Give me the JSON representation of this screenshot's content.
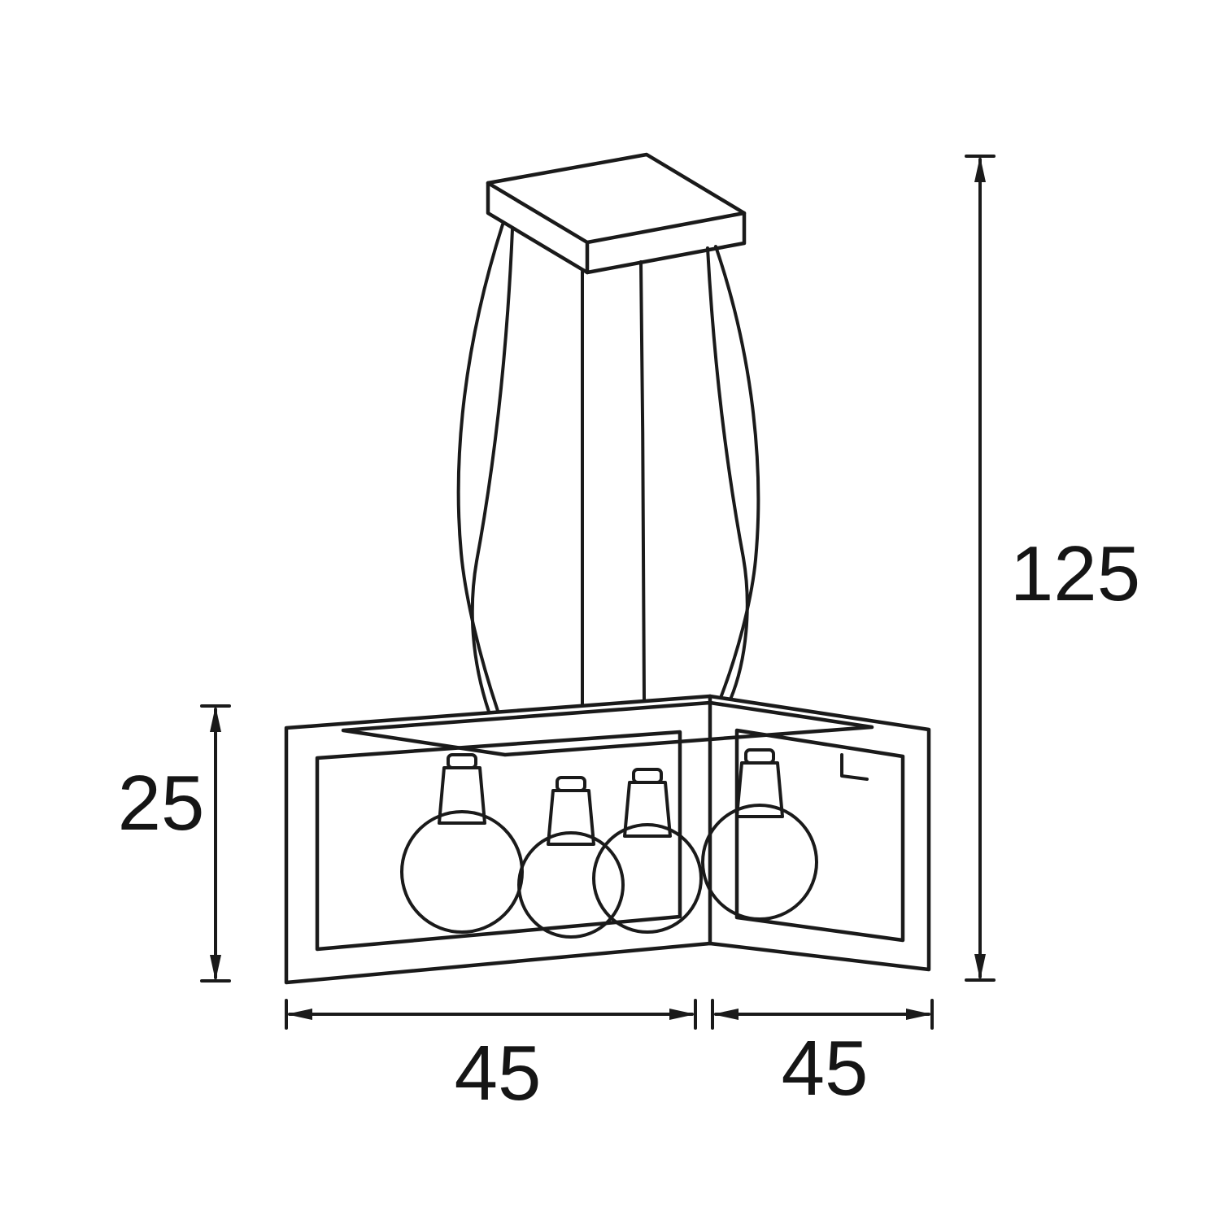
{
  "labels": {
    "overall_height": "125",
    "frame_height": "25",
    "width_front": "45",
    "width_side": "45"
  },
  "colors": {
    "line": "#1a1a1a",
    "background": "#ffffff"
  }
}
